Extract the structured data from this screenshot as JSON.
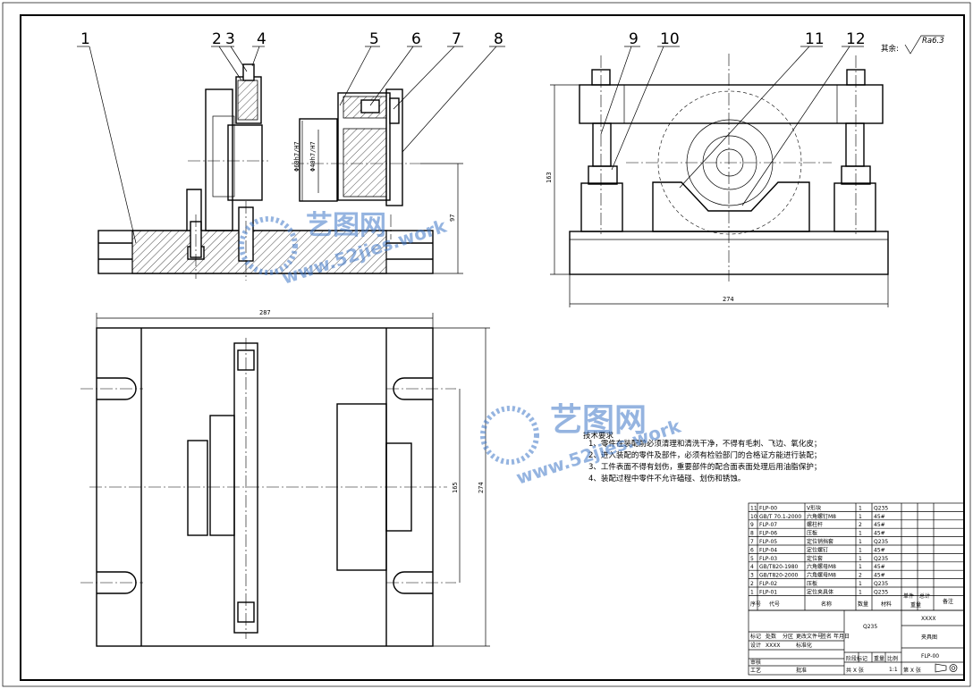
{
  "balloons": [
    "1",
    "2",
    "3",
    "4",
    "5",
    "6",
    "7",
    "8",
    "9",
    "10",
    "11",
    "12"
  ],
  "dims": {
    "d1": "Φ60h7/H7",
    "d2": "Φ40h7/H7",
    "h97": "97",
    "h163": "163",
    "w274": "274",
    "w287": "287",
    "v274": "274",
    "v165": "165"
  },
  "roughness": {
    "prefix": "其余:",
    "value": "Ra6.3"
  },
  "tech_req": {
    "title": "技术要求",
    "items": [
      "1、零件在装配前必须清理和清洗干净，不得有毛刺、飞边、氧化皮；",
      "2、进入装配的零件及部件，必须有检验部门的合格证方能进行装配；",
      "3、工件表面不得有划伤，重要部件的配合面表面处理后用油脂保护；",
      "4、装配过程中零件不允许磕碰、划伤和锈蚀。"
    ]
  },
  "bom": [
    {
      "no": "11",
      "code": "FLP-00",
      "name": "V形块",
      "qty": "1",
      "mat": "Q235"
    },
    {
      "no": "10",
      "code": "GB/T 70.1-2000",
      "name": "六角螺钉M8",
      "qty": "1",
      "mat": "45#"
    },
    {
      "no": "9",
      "code": "FLP-07",
      "name": "螺柱杆",
      "qty": "2",
      "mat": "45#"
    },
    {
      "no": "8",
      "code": "FLP-06",
      "name": "压板",
      "qty": "1",
      "mat": "45#"
    },
    {
      "no": "7",
      "code": "FLP-05",
      "name": "定位销挡套",
      "qty": "1",
      "mat": "Q235"
    },
    {
      "no": "6",
      "code": "FLP-04",
      "name": "定位螺钉",
      "qty": "1",
      "mat": "45#"
    },
    {
      "no": "5",
      "code": "FLP-03",
      "name": "定位套",
      "qty": "1",
      "mat": "Q235"
    },
    {
      "no": "4",
      "code": "GB/T820-1980",
      "name": "六角螺母M8",
      "qty": "1",
      "mat": "45#"
    },
    {
      "no": "3",
      "code": "GB/T820-2000",
      "name": "六角螺母M8",
      "qty": "2",
      "mat": "45#"
    },
    {
      "no": "2",
      "code": "FLP-02",
      "name": "压板",
      "qty": "1",
      "mat": "Q235"
    },
    {
      "no": "1",
      "code": "FLP-01",
      "name": "定位夹具体",
      "qty": "1",
      "mat": "Q235"
    }
  ],
  "bom_header": {
    "no": "序号",
    "code": "代号",
    "name": "名称",
    "qty": "数量",
    "mat": "材料",
    "unit": "单件",
    "total": "总计",
    "weight": "重量",
    "remark": "备注"
  },
  "title_block": {
    "material": "Q235",
    "company": "XXXX",
    "drawing_name": "夹具图",
    "drawing_no": "FLP-00",
    "scale_label": "比例",
    "scale": "1:1",
    "weight_label": "重量",
    "stage_label": "阶段标记",
    "sheet_total": "共 X 张",
    "sheet_no": "第 X 张",
    "r_mark": "标记",
    "r_count": "处数",
    "r_zone": "分区",
    "r_doc": "更改文件号",
    "r_sign": "签名",
    "r_date": "年月日",
    "design": "设计",
    "design_name": "XXXX",
    "std": "标准化",
    "check": "审核",
    "process": "工艺",
    "approve": "批准"
  },
  "watermark": {
    "cn": "艺图网",
    "en": "www.52jies.work"
  }
}
